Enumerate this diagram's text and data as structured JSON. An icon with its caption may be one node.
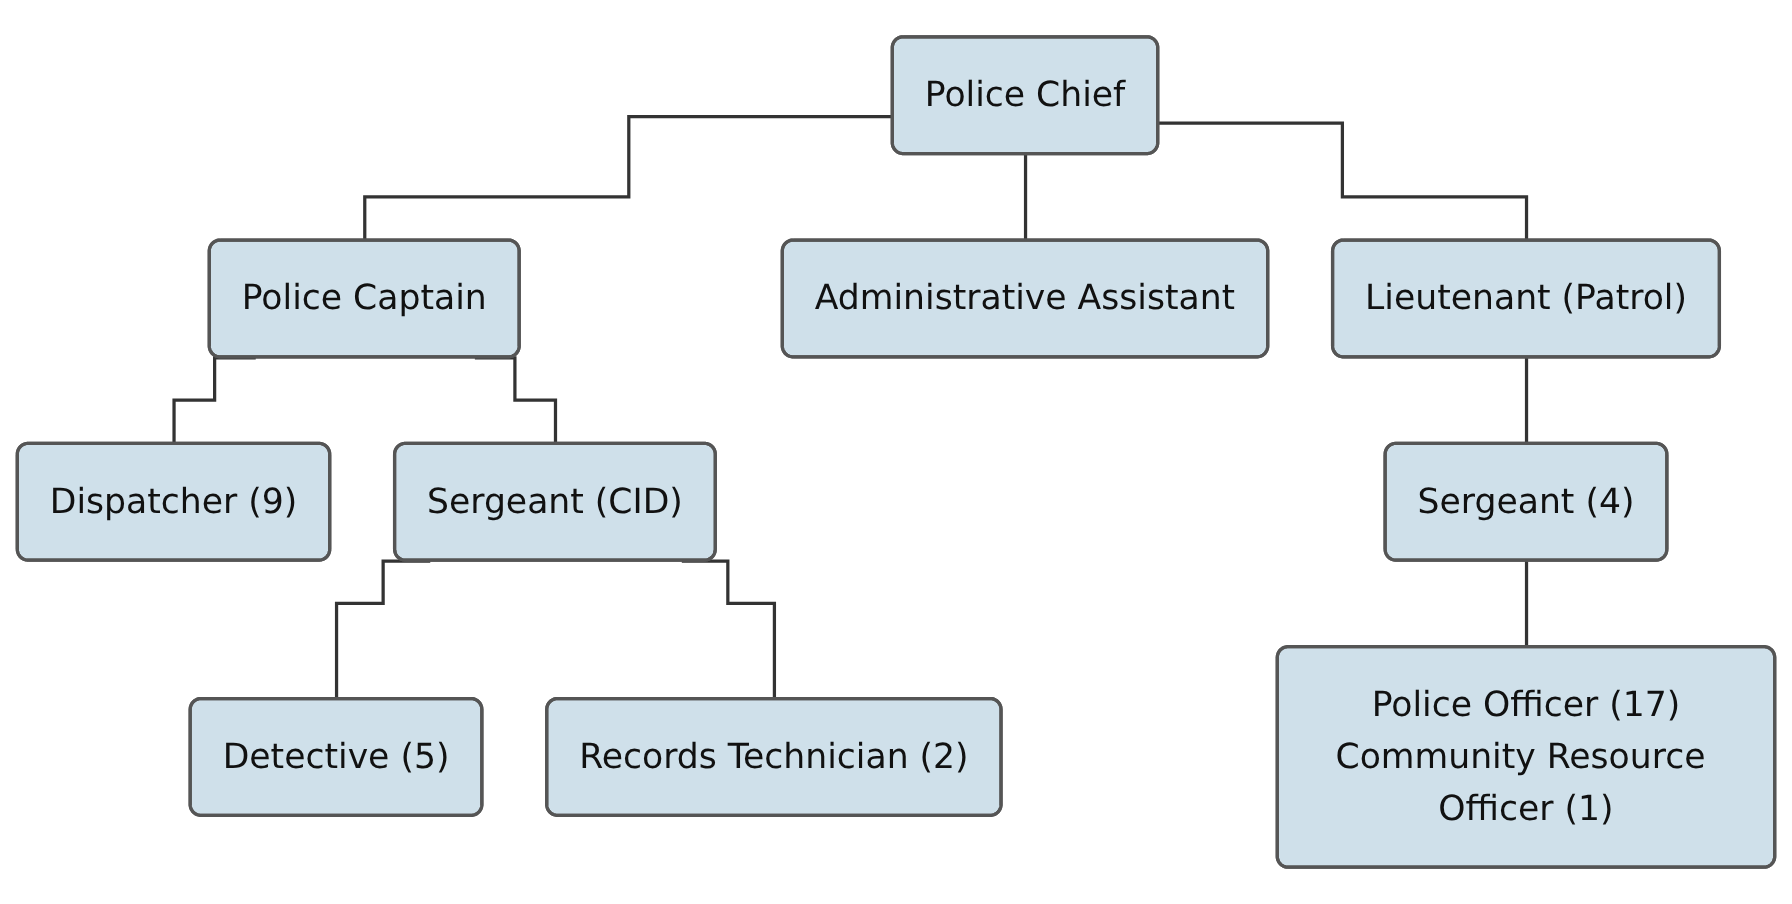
{
  "diagram": {
    "nodes": [
      {
        "text": [
          "Police Chief"
        ]
      },
      {
        "text": [
          "Police Captain"
        ]
      },
      {
        "text": [
          "Administrative Assistant"
        ]
      },
      {
        "text": [
          "Lieutenant (Patrol)"
        ]
      },
      {
        "text": [
          "Dispatcher (9)"
        ]
      },
      {
        "text": [
          "Sergeant (CID)"
        ]
      },
      {
        "text": [
          "Sergeant (4)"
        ]
      },
      {
        "text": [
          "Detective (5)"
        ]
      },
      {
        "text": [
          "Records Technician (2)"
        ]
      },
      {
        "text": [
          "Police Officer (17)",
          "Community Resource Officer (1)"
        ]
      }
    ],
    "edges": [
      {
        "from": 0,
        "to": 1,
        "arrow": "none"
      },
      {
        "from": 0,
        "to": 2,
        "arrow": "none"
      },
      {
        "from": 0,
        "to": 3,
        "arrow": "none"
      },
      {
        "from": 1,
        "to": 4,
        "arrow": "none"
      },
      {
        "from": 1,
        "to": 5,
        "arrow": "none"
      },
      {
        "from": 3,
        "to": 6,
        "arrow": "none"
      },
      {
        "from": 5,
        "to": 7,
        "arrow": "none"
      },
      {
        "from": 5,
        "to": 8,
        "arrow": "none"
      },
      {
        "from": 6,
        "to": 9,
        "arrow": "none"
      }
    ]
  }
}
